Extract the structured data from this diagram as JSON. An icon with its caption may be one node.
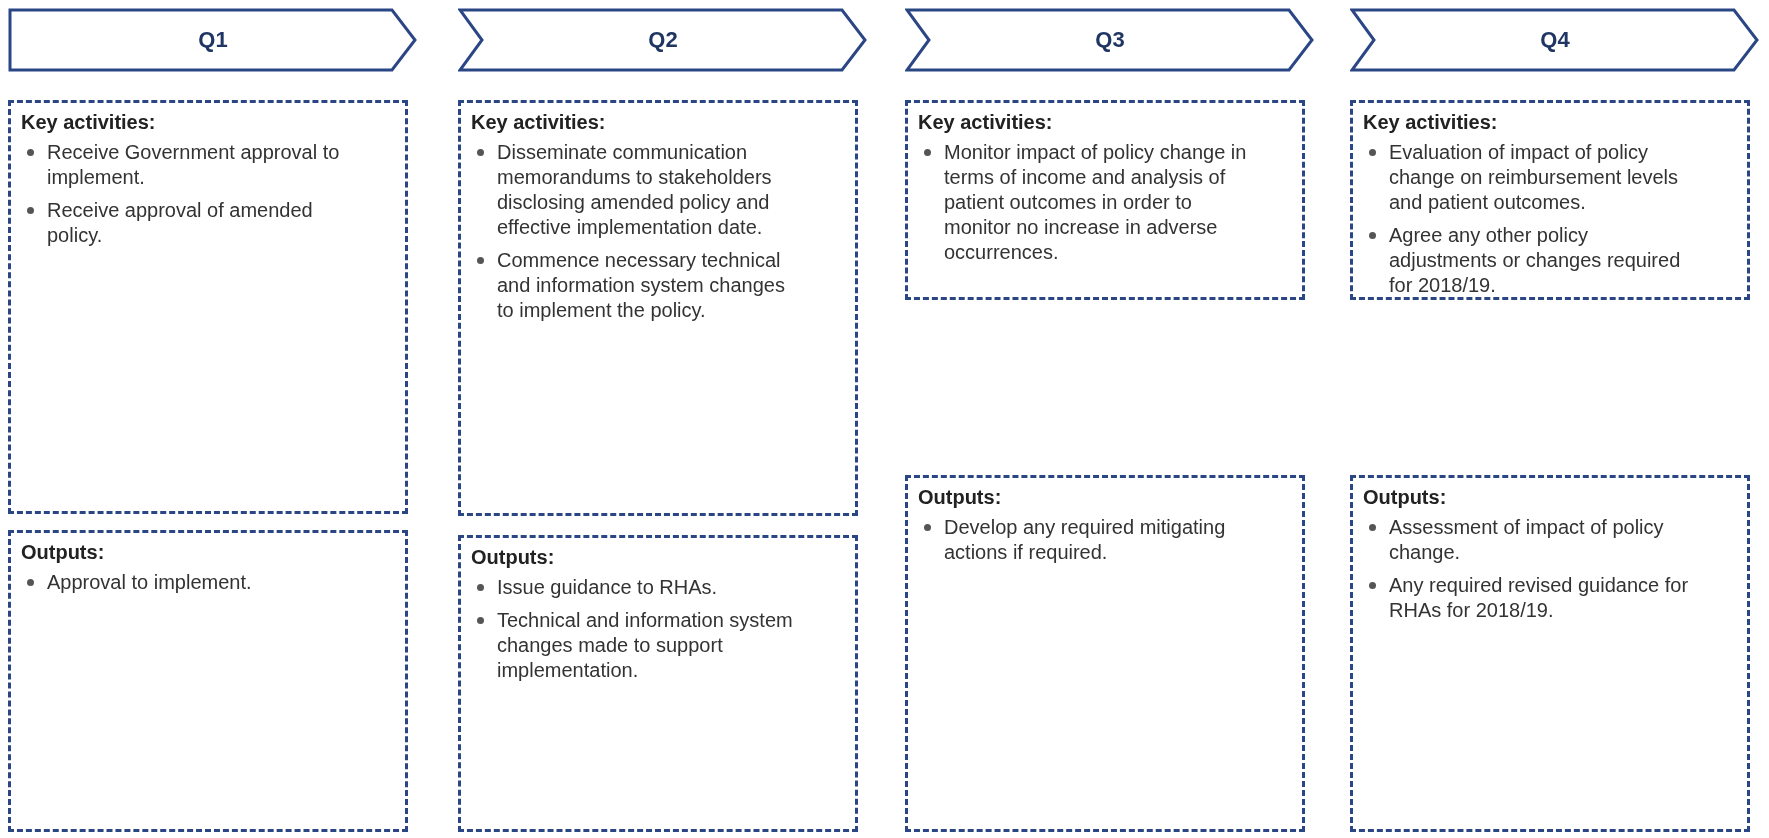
{
  "diagram": {
    "nodes": [
      {
        "text": [
          "Q1"
        ]
      },
      {
        "text": [
          "Q2"
        ]
      },
      {
        "text": [
          "Q3"
        ]
      },
      {
        "text": [
          "Q4"
        ]
      },
      {
        "text": [
          "Key activities:",
          "Receive Government approval to implement.",
          "Receive approval of amended policy."
        ]
      },
      {
        "text": [
          "Key activities:",
          "Disseminate communication memorandums to stakeholders disclosing amended policy and effective implementation date.",
          "Commence necessary technical and information system changes to implement the policy."
        ]
      },
      {
        "text": [
          "Key activities:",
          "Monitor impact of policy change in terms of income and analysis of patient outcomes in order to monitor no increase in adverse occurrences."
        ]
      },
      {
        "text": [
          "Key activities:",
          "Evaluation of impact of policy change on reimbursement levels and patient outcomes.",
          "Agree any other policy adjustments or changes required for 2018/19."
        ]
      },
      {
        "text": [
          "Outputs:",
          "Approval to implement."
        ]
      },
      {
        "text": [
          "Outputs:",
          "Issue guidance to RHAs.",
          "Technical and information system changes made to support implementation."
        ]
      },
      {
        "text": [
          "Outputs:",
          "Develop any required mitigating actions if required."
        ]
      },
      {
        "text": [
          "Outputs:",
          "Assessment of impact of policy change.",
          "Any required revised guidance for RHAs for 2018/19."
        ]
      }
    ]
  }
}
